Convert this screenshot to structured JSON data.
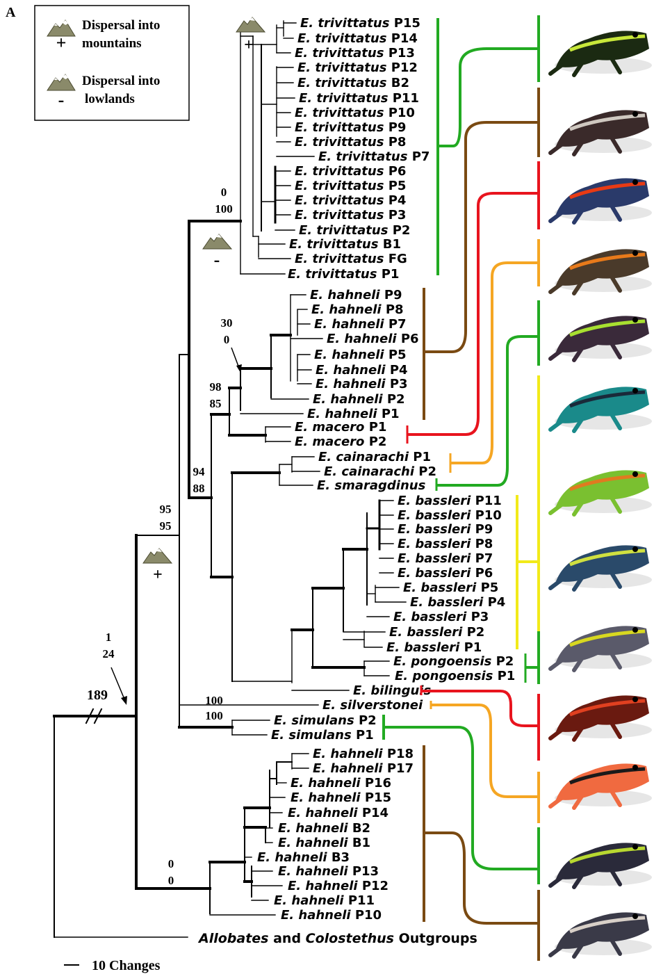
{
  "panel_label": "A",
  "legend": {
    "mountains_label_line1": "Dispersal into",
    "mountains_label_line2": "mountains",
    "mountains_symbol": "+",
    "lowlands_label_line1": "Dispersal into",
    "lowlands_label_line2": "lowlands",
    "lowlands_symbol": "-"
  },
  "scale_bar_label": "10 Changes",
  "root_branch_label": "189",
  "support_values": [
    {
      "top": "0",
      "bottom": "100"
    },
    {
      "top": "30",
      "bottom": "0"
    },
    {
      "top": "98",
      "bottom": "85"
    },
    {
      "top": "94",
      "bottom": "88"
    },
    {
      "top": "95",
      "bottom": "95"
    },
    {
      "top": "1",
      "bottom": "24"
    },
    {
      "top": "100",
      "bottom": "100"
    },
    {
      "top": "0",
      "bottom": "0"
    }
  ],
  "outgroup": {
    "part1": "Allobates",
    "part2": " and ",
    "part3": "Colostethus",
    "part4": " Outgroups"
  },
  "taxa": [
    {
      "genus": "E. trivittatus",
      "pop": "P15"
    },
    {
      "genus": "E. trivittatus",
      "pop": "P14"
    },
    {
      "genus": "E. trivittatus",
      "pop": "P13"
    },
    {
      "genus": "E. trivittatus",
      "pop": "P12"
    },
    {
      "genus": "E. trivittatus",
      "pop": "B2"
    },
    {
      "genus": "E. trivittatus",
      "pop": "P11"
    },
    {
      "genus": "E. trivittatus",
      "pop": "P10"
    },
    {
      "genus": "E. trivittatus",
      "pop": "P9"
    },
    {
      "genus": "E. trivittatus",
      "pop": "P8"
    },
    {
      "genus": "E. trivittatus",
      "pop": "P7"
    },
    {
      "genus": "E. trivittatus",
      "pop": "P6"
    },
    {
      "genus": "E. trivittatus",
      "pop": "P5"
    },
    {
      "genus": "E. trivittatus",
      "pop": "P4"
    },
    {
      "genus": "E. trivittatus",
      "pop": "P3"
    },
    {
      "genus": "E. trivittatus",
      "pop": "P2"
    },
    {
      "genus": "E. trivittatus",
      "pop": "B1"
    },
    {
      "genus": "E. trivittatus",
      "pop": "FG"
    },
    {
      "genus": "E. trivittatus",
      "pop": "P1"
    },
    {
      "genus": "E. hahneli",
      "pop": "P9"
    },
    {
      "genus": "E. hahneli",
      "pop": "P8"
    },
    {
      "genus": "E. hahneli",
      "pop": "P7"
    },
    {
      "genus": "E. hahneli",
      "pop": "P6"
    },
    {
      "genus": "E. hahneli",
      "pop": "P5"
    },
    {
      "genus": "E. hahneli",
      "pop": "P4"
    },
    {
      "genus": "E. hahneli",
      "pop": "P3"
    },
    {
      "genus": "E. hahneli",
      "pop": "P2"
    },
    {
      "genus": "E. hahneli",
      "pop": "P1"
    },
    {
      "genus": "E. macero",
      "pop": "P1"
    },
    {
      "genus": "E. macero",
      "pop": "P2"
    },
    {
      "genus": "E. cainarachi",
      "pop": "P1"
    },
    {
      "genus": "E. cainarachi",
      "pop": "P2"
    },
    {
      "genus": "E. smaragdinus",
      "pop": ""
    },
    {
      "genus": "E. bassleri",
      "pop": "P11"
    },
    {
      "genus": "E. bassleri",
      "pop": "P10"
    },
    {
      "genus": "E. bassleri",
      "pop": "P9"
    },
    {
      "genus": "E. bassleri",
      "pop": "P8"
    },
    {
      "genus": "E. bassleri",
      "pop": "P7"
    },
    {
      "genus": "E. bassleri",
      "pop": "P6"
    },
    {
      "genus": "E. bassleri",
      "pop": "P5"
    },
    {
      "genus": "E. bassleri",
      "pop": "P4"
    },
    {
      "genus": "E. bassleri",
      "pop": "P3"
    },
    {
      "genus": "E. bassleri",
      "pop": "P2"
    },
    {
      "genus": "E. bassleri",
      "pop": "P1"
    },
    {
      "genus": "E. pongoensis",
      "pop": "P2"
    },
    {
      "genus": "E. pongoensis",
      "pop": "P1"
    },
    {
      "genus": "E. bilinguis",
      "pop": ""
    },
    {
      "genus": "E. silverstonei",
      "pop": ""
    },
    {
      "genus": "E. simulans",
      "pop": "P2"
    },
    {
      "genus": "E. simulans",
      "pop": "P1"
    },
    {
      "genus": "E. hahneli",
      "pop": "P18"
    },
    {
      "genus": "E. hahneli",
      "pop": "P17"
    },
    {
      "genus": "E. hahneli",
      "pop": "P16"
    },
    {
      "genus": "E. hahneli",
      "pop": "P15"
    },
    {
      "genus": "E. hahneli",
      "pop": "P14"
    },
    {
      "genus": "E. hahneli",
      "pop": "B2"
    },
    {
      "genus": "E. hahneli",
      "pop": "B1"
    },
    {
      "genus": "E. hahneli",
      "pop": "B3"
    },
    {
      "genus": "E. hahneli",
      "pop": "P13"
    },
    {
      "genus": "E. hahneli",
      "pop": "P12"
    },
    {
      "genus": "E. hahneli",
      "pop": "P11"
    },
    {
      "genus": "E. hahneli",
      "pop": "P10"
    }
  ],
  "colors": {
    "green": "#22aa22",
    "brown": "#7a4a12",
    "red": "#e8141e",
    "orange": "#f5a623",
    "yellow": "#f2ea1a",
    "tree": "#000000"
  }
}
